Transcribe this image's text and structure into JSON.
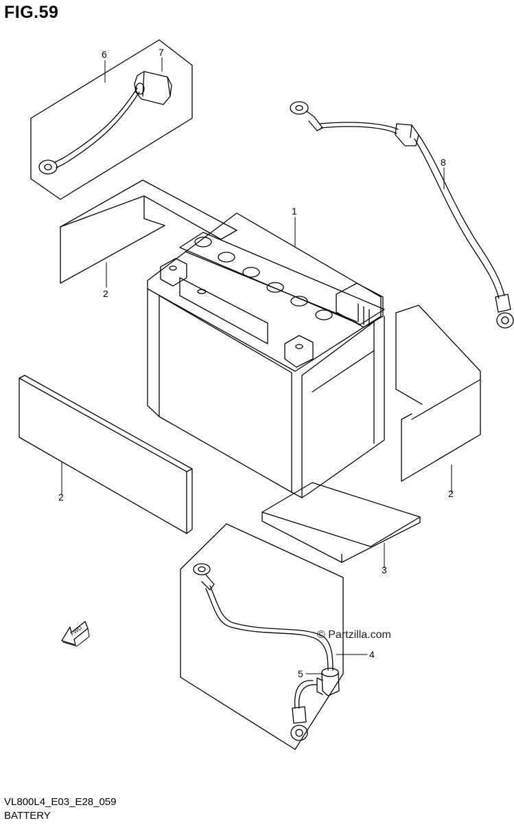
{
  "figure": {
    "title": "FIG.59",
    "code": "VL800L4_E03_E28_059",
    "caption": "BATTERY"
  },
  "watermark": "© Partzilla.com",
  "fwd_label": "FWD",
  "callouts": [
    "1",
    "2",
    "2",
    "2",
    "2",
    "3",
    "4",
    "5",
    "6",
    "7",
    "8"
  ],
  "icons": [
    "fwd-arrow-icon",
    "battery-icon",
    "cable-icon"
  ]
}
